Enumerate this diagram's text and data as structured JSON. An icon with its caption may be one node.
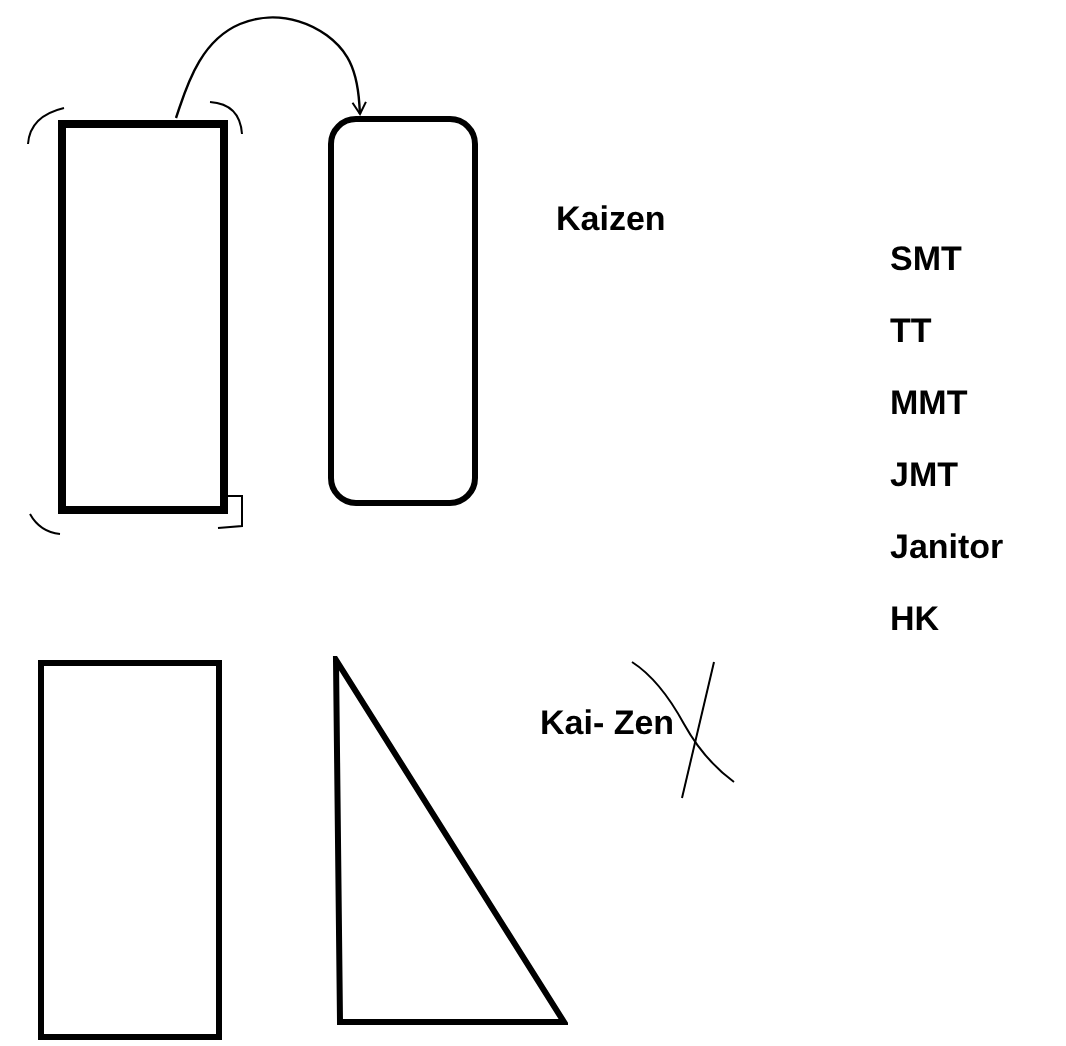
{
  "diagram": {
    "nodes": [
      {
        "text": [],
        "shape": "box"
      },
      {
        "text": [],
        "shape": "box"
      },
      {
        "text": [],
        "shape": "box"
      },
      {
        "text": [],
        "shape": "triangle"
      }
    ],
    "edges": [
      {
        "from": 0,
        "to": 1,
        "arrow": "to"
      }
    ],
    "labels": [
      "Kaizen",
      "SMT",
      "TT",
      "MMT",
      "JMT",
      "Janitor",
      "HK",
      "Kai- Zen"
    ]
  }
}
